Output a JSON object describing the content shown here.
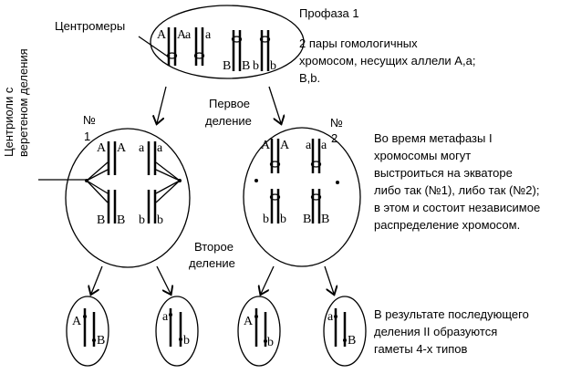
{
  "prophase": {
    "title": "Профаза 1",
    "desc": [
      "2 пары гомологичных",
      "хромосом, несущих аллели А,а;",
      "В,b."
    ]
  },
  "centromeres_label": "Центромеры",
  "centrioles_label": [
    "Центриоли с",
    "веретеном деления"
  ],
  "first_division": [
    "Первое",
    "деление"
  ],
  "second_division": [
    "Второе",
    "деление"
  ],
  "variant1": [
    "№",
    "1"
  ],
  "variant2": [
    "№",
    "2"
  ],
  "metaphase_desc": [
    "Во время метафазы I",
    "хромосомы могут",
    "выстроиться на экваторе",
    "либо так (№1), либо так (№2);",
    "в этом и состоит независимое",
    "распределение хромосом."
  ],
  "result_desc": [
    "В результате последующего",
    "деления II образуются",
    "гаметы 4-х типов"
  ],
  "alleles": {
    "top": [
      "A",
      "A",
      "a",
      "a",
      "B",
      "B",
      "b",
      "b"
    ],
    "left": [
      "A",
      "A",
      "a",
      "a",
      "B",
      "B",
      "b",
      "b"
    ],
    "right": [
      "A",
      "A",
      "a",
      "a",
      "b",
      "b",
      "B",
      "B"
    ],
    "gametes": [
      [
        "A",
        "B"
      ],
      [
        "a",
        "b"
      ],
      [
        "A",
        "b"
      ],
      [
        "a",
        "B"
      ]
    ]
  }
}
